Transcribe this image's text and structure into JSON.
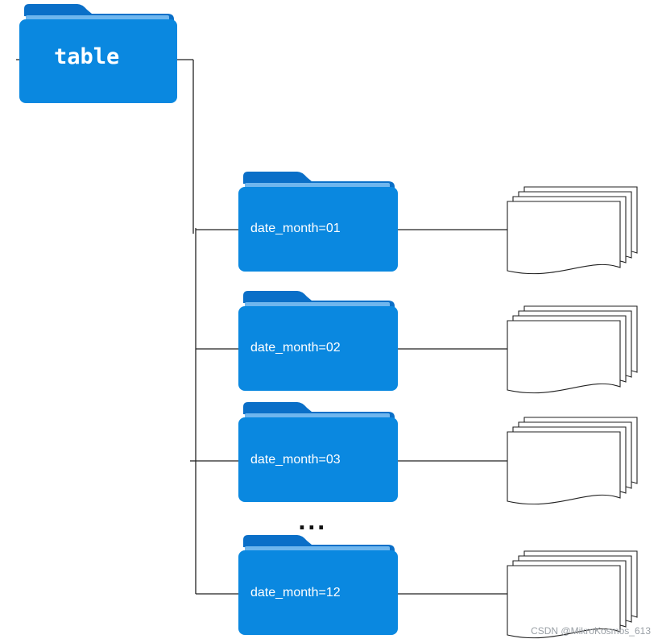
{
  "colors": {
    "folder_front": "#0a88e0",
    "folder_back": "#0a6fc8",
    "folder_strip": "#6fb6ee",
    "line": "#222222"
  },
  "root": {
    "label": "table",
    "icon": "folder-icon"
  },
  "partitions": [
    {
      "label": "date_month=01",
      "icon": "folder-icon",
      "files_icon": "file-stack-icon"
    },
    {
      "label": "date_month=02",
      "icon": "folder-icon",
      "files_icon": "file-stack-icon"
    },
    {
      "label": "date_month=03",
      "icon": "folder-icon",
      "files_icon": "file-stack-icon"
    },
    {
      "label": "date_month=12",
      "icon": "folder-icon",
      "files_icon": "file-stack-icon"
    }
  ],
  "ellipsis": "...",
  "watermark": "CSDN @MikroKosmos_613"
}
